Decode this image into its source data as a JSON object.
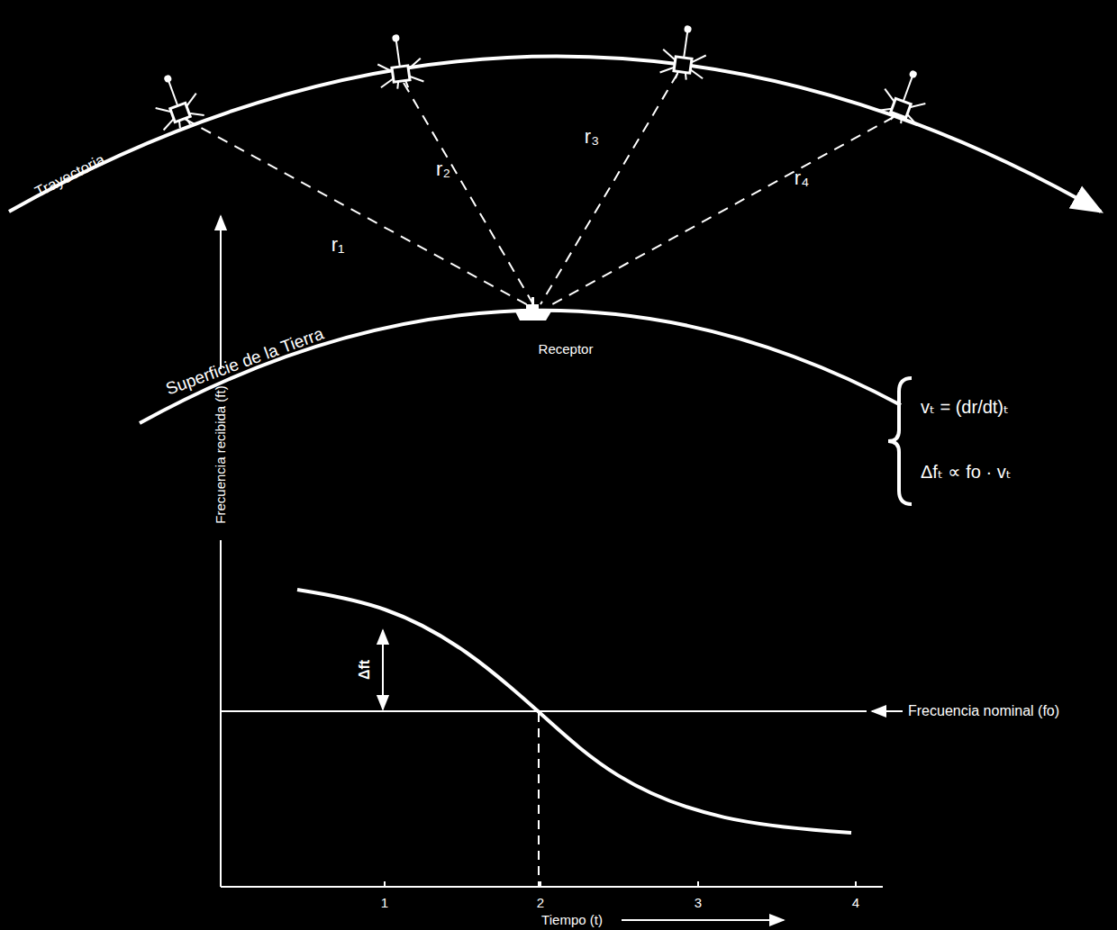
{
  "diagram": {
    "labels": [
      "Trayectoria",
      "r₁",
      "r₂",
      "r₃",
      "r₄",
      "Superficie de la Tierra",
      "Receptor",
      "Frecuencia recibida (ft)",
      "Δft",
      "Frecuencia nominal (fo)",
      "1",
      "2",
      "3",
      "4",
      "Tiempo (t)",
      "vₜ = (dr/dt)ₜ",
      "Δfₜ ∝ fo · vₜ"
    ]
  }
}
